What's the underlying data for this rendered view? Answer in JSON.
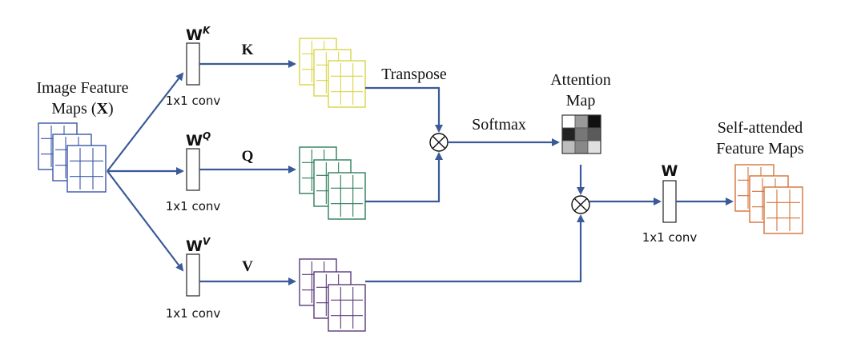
{
  "labels": {
    "input_line1": "Image Feature",
    "input_line2_prefix": "Maps (",
    "input_line2_var": "X",
    "input_line2_suffix": ")",
    "wk_base": "W",
    "wk_sup": "K",
    "wq_base": "W",
    "wq_sup": "Q",
    "wv_base": "W",
    "wv_sup": "V",
    "w_out": "W",
    "conv_k": "1x1 conv",
    "conv_q": "1x1 conv",
    "conv_v": "1x1 conv",
    "conv_out": "1x1 conv",
    "k": "K",
    "q": "Q",
    "v": "V",
    "transpose": "Transpose",
    "softmax": "Softmax",
    "attention_line1": "Attention",
    "attention_line2": "Map",
    "output_line1": "Self-attended",
    "output_line2": "Feature Maps",
    "multiply_symbol": "⊗"
  },
  "colors": {
    "arrow": "#3a5a98",
    "input_maps": "#3a56a8",
    "key_maps": "#d9d64a",
    "query_maps": "#2f7d5a",
    "value_maps": "#5a3a78",
    "output_maps": "#d4733a"
  },
  "attention_grid": [
    [
      "#ffffff",
      "#9a9a9a",
      "#111111"
    ],
    [
      "#222222",
      "#777777",
      "#5a5a5a"
    ],
    [
      "#bdbdbd",
      "#888888",
      "#e0e0e0"
    ]
  ]
}
